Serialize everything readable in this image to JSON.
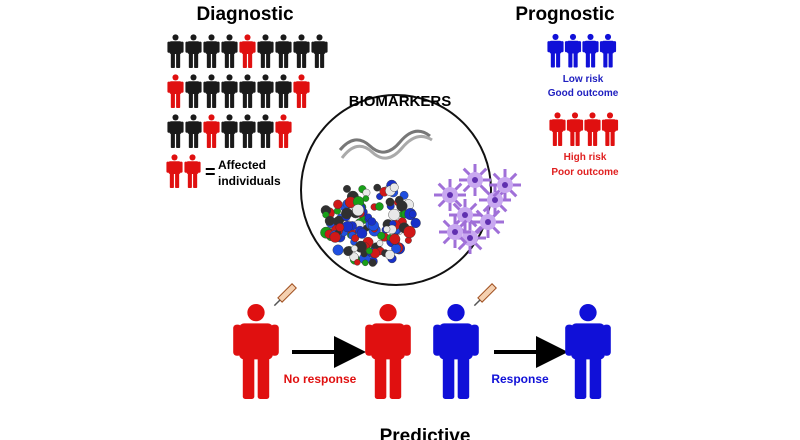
{
  "diagnostic": {
    "title": "Diagnostic",
    "grid": [
      [
        "k",
        "k",
        "k",
        "k",
        "r",
        "k",
        "k",
        "k",
        "k"
      ],
      [
        "r",
        "k",
        "k",
        "k",
        "k",
        "k",
        "k",
        "r"
      ],
      [
        "k",
        "k",
        "r",
        "k",
        "k",
        "k",
        "r"
      ]
    ],
    "legend_eq": "=",
    "legend_line1": "Affected",
    "legend_line2": "individuals"
  },
  "prognostic": {
    "title": "Prognostic",
    "low_line1": "Low risk",
    "low_line2": "Good outcome",
    "high_line1": "High risk",
    "high_line2": "Poor outcome"
  },
  "center": {
    "title": "BIOMARKERS"
  },
  "predictive": {
    "title": "Predictive",
    "no_response": "No response",
    "response": "Response"
  },
  "colors": {
    "red": "#e01010",
    "black": "#1a1a1a",
    "blue": "#1010d8",
    "purple": "#a070d8"
  }
}
